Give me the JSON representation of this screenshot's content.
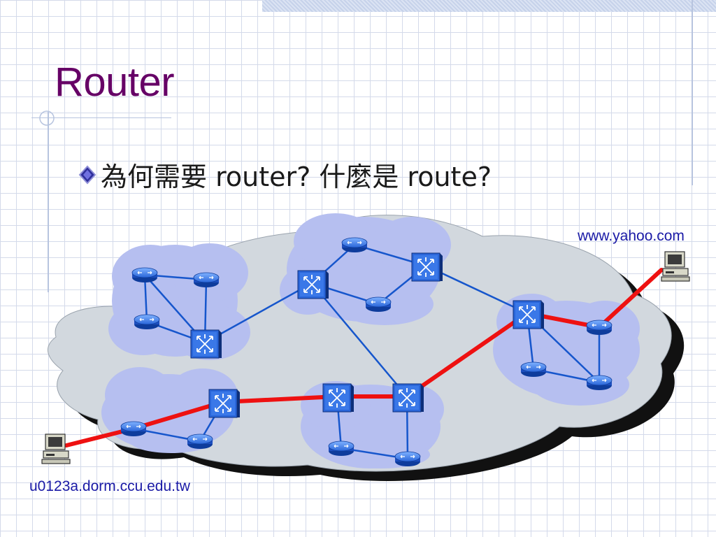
{
  "slide": {
    "title": "Router",
    "bullet": "為何需要 router? 什麼是 route?"
  },
  "diagram": {
    "destination_host": "www.yahoo.com",
    "source_host": "u0123a.dorm.ccu.edu.tw"
  },
  "colors": {
    "title": "#660066",
    "route": "#ee1111",
    "link": "#1656cc",
    "cloud_outer": "#d2d8de",
    "cloud_inner": "#b6bff0",
    "device": "#1d5bd6"
  },
  "icons": [
    "diamond-bullet-icon",
    "router-icon",
    "switch-icon",
    "computer-icon"
  ]
}
